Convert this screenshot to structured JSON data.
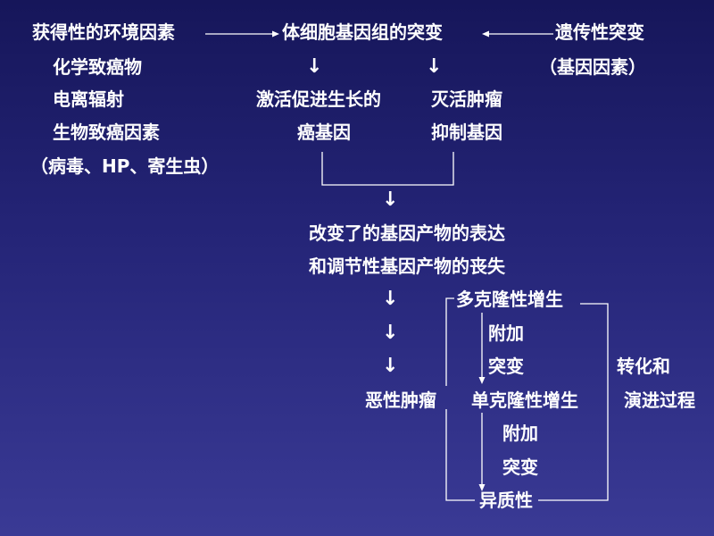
{
  "diagram": {
    "acquired_factors": "获得性的环境因素",
    "chemical": "化学致癌物",
    "radiation": "电离辐射",
    "biological": "生物致癌因素",
    "bio_examples": "（病毒、HP、寄生虫）",
    "somatic_mutation": "体细胞基因组的突变",
    "hereditary": "遗传性突变",
    "gene_factor": "（基因因素）",
    "activated_line1": "激活促进生长的",
    "activated_line2": "癌基因",
    "inactivated_line1": "灭活肿瘤",
    "inactivated_line2": "抑制基因",
    "altered_expression": "改变了的基因产物的表达",
    "regulatory_loss": "和调节性基因产物的丧失",
    "polyclonal": "多克隆性增生",
    "additional_1": "附加",
    "mutation_1": "突变",
    "transform_1": "转化和",
    "transform_2": "演进过程",
    "malignant": "恶性肿瘤",
    "monoclonal": "单克隆性增生",
    "additional_2": "附加",
    "mutation_2": "突变",
    "heterogeneity": "异质性",
    "down_arrow": "↓"
  }
}
